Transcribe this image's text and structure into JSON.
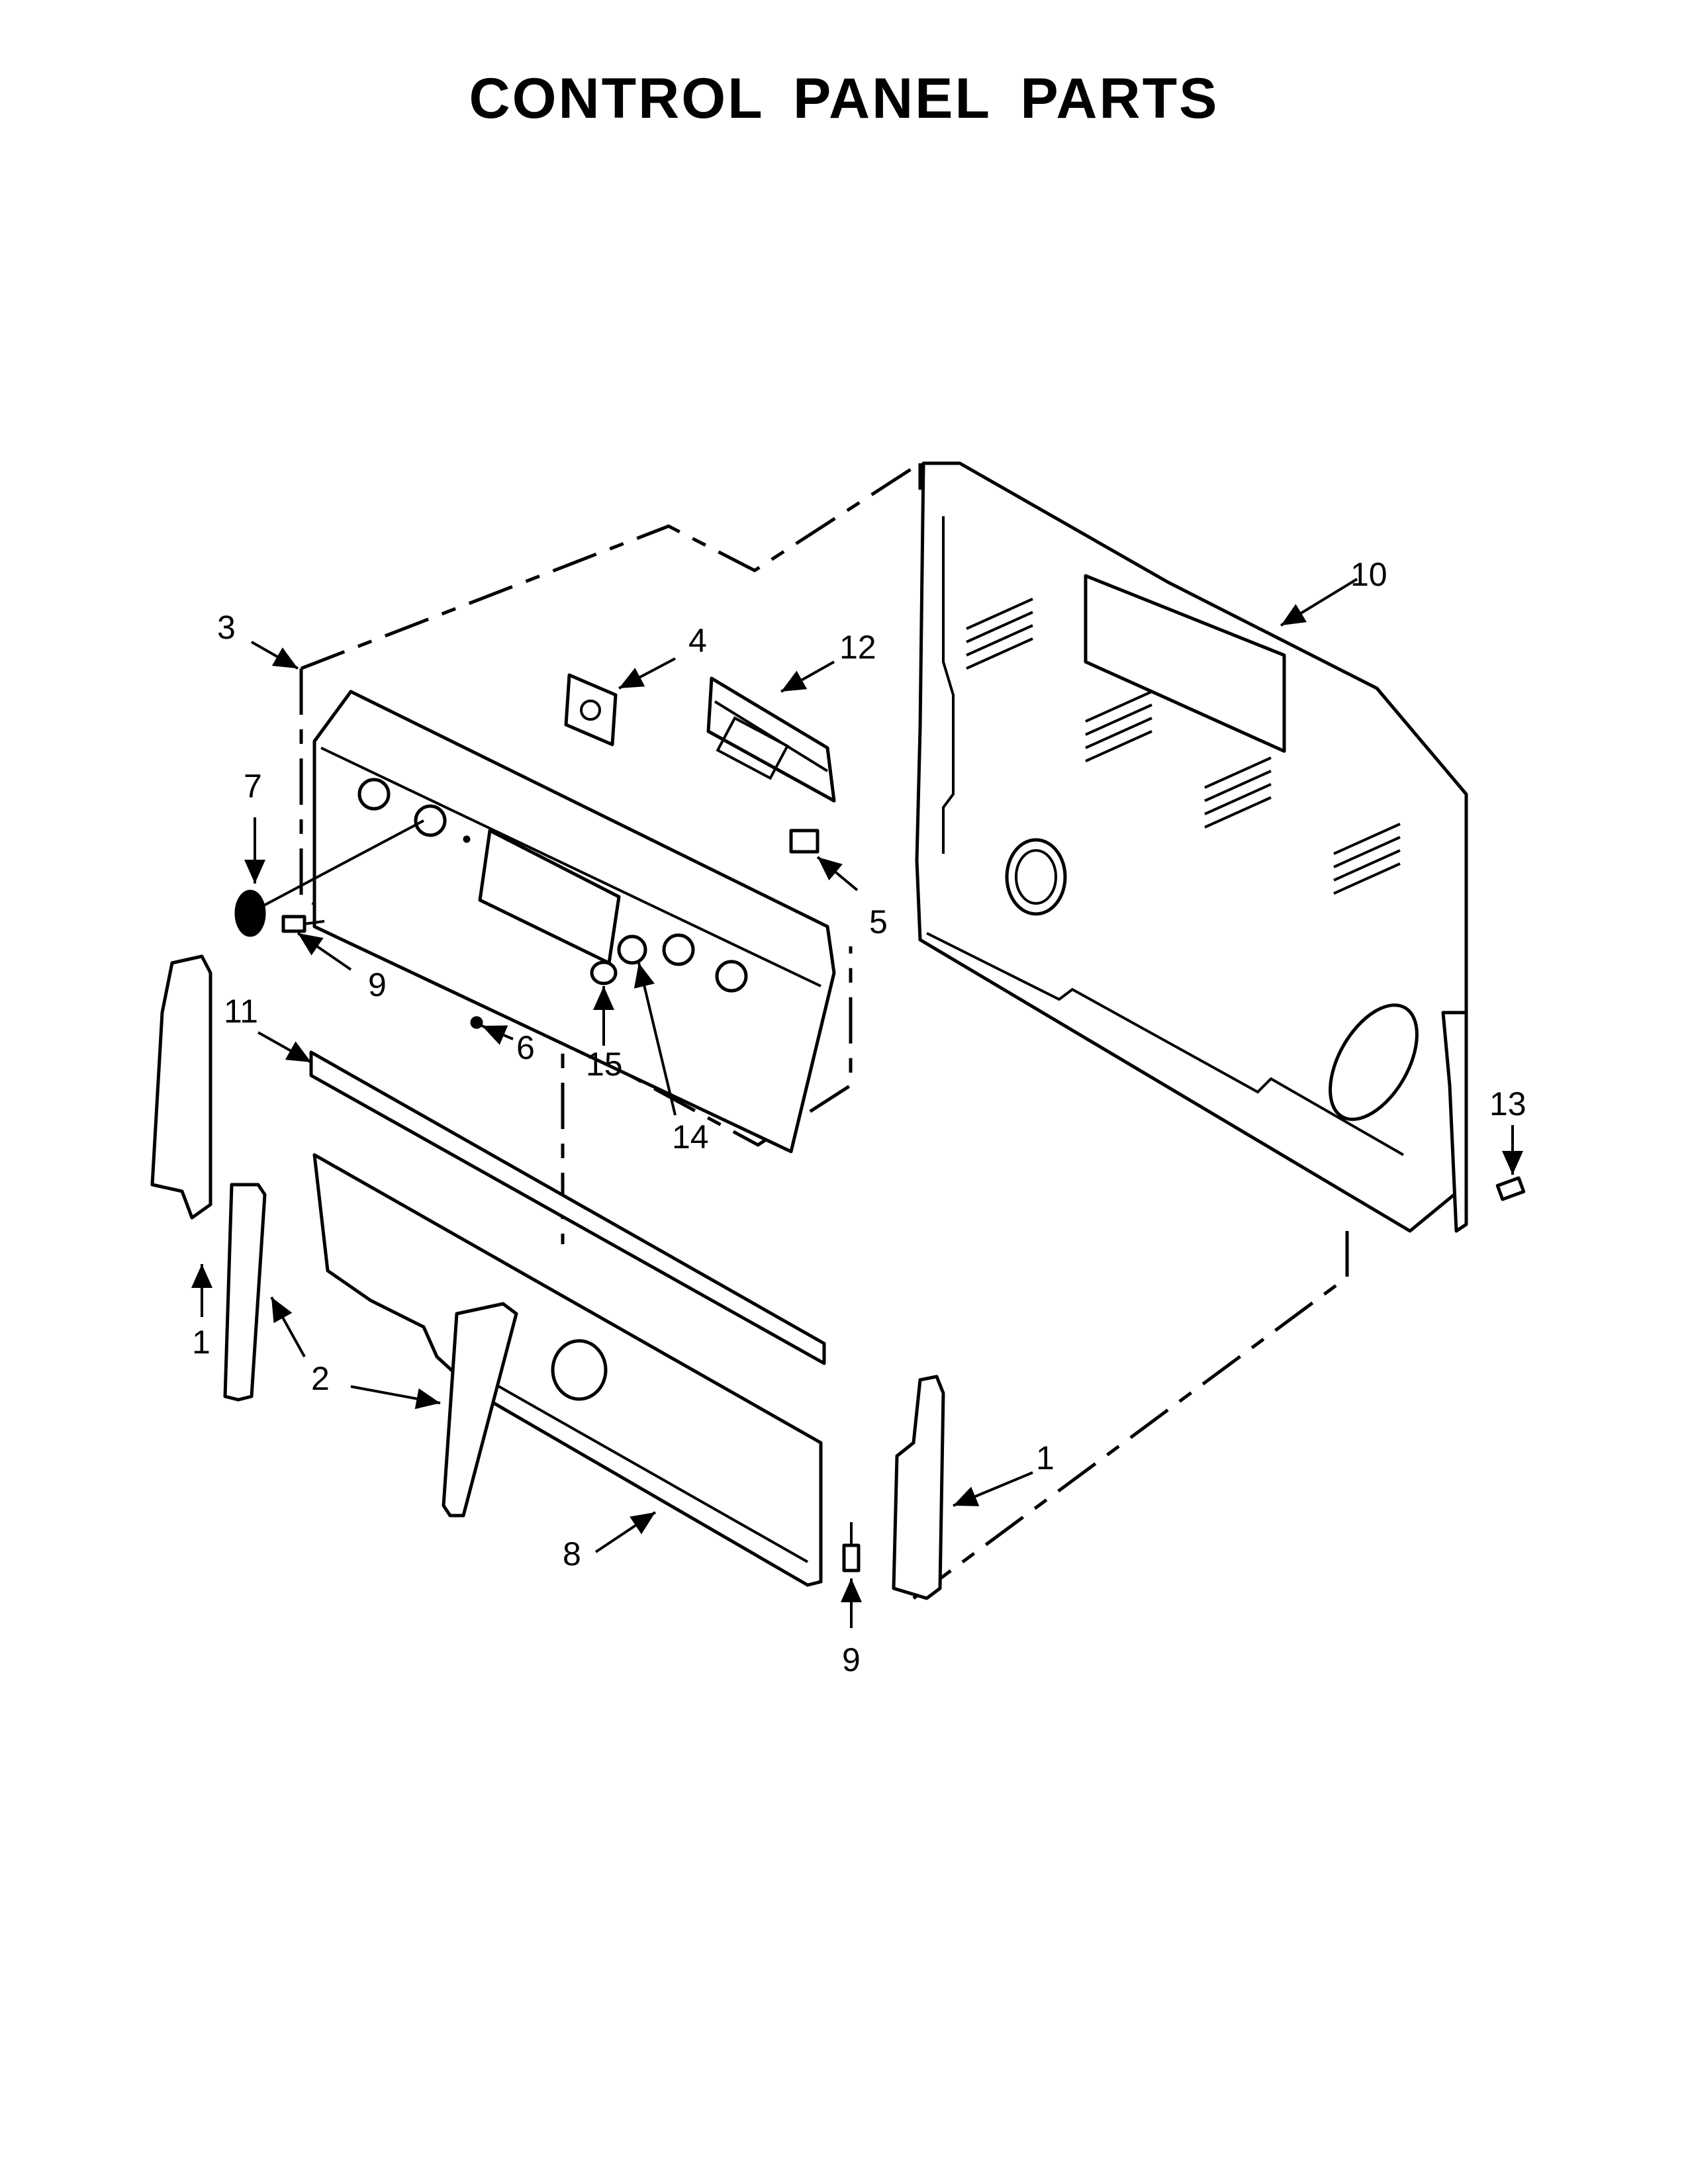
{
  "title": "CONTROL PANEL PARTS",
  "callouts": [
    {
      "id": "c3",
      "text": "3"
    },
    {
      "id": "c4",
      "text": "4"
    },
    {
      "id": "c12",
      "text": "12"
    },
    {
      "id": "c10",
      "text": "10"
    },
    {
      "id": "c7",
      "text": "7"
    },
    {
      "id": "c5",
      "text": "5"
    },
    {
      "id": "c9a",
      "text": "9"
    },
    {
      "id": "c6",
      "text": "6"
    },
    {
      "id": "c15",
      "text": "15"
    },
    {
      "id": "c14",
      "text": "14"
    },
    {
      "id": "c11",
      "text": "11"
    },
    {
      "id": "c13",
      "text": "13"
    },
    {
      "id": "c1a",
      "text": "1"
    },
    {
      "id": "c2",
      "text": "2"
    },
    {
      "id": "c1b",
      "text": "1"
    },
    {
      "id": "c8",
      "text": "8"
    },
    {
      "id": "c9b",
      "text": "9"
    }
  ]
}
